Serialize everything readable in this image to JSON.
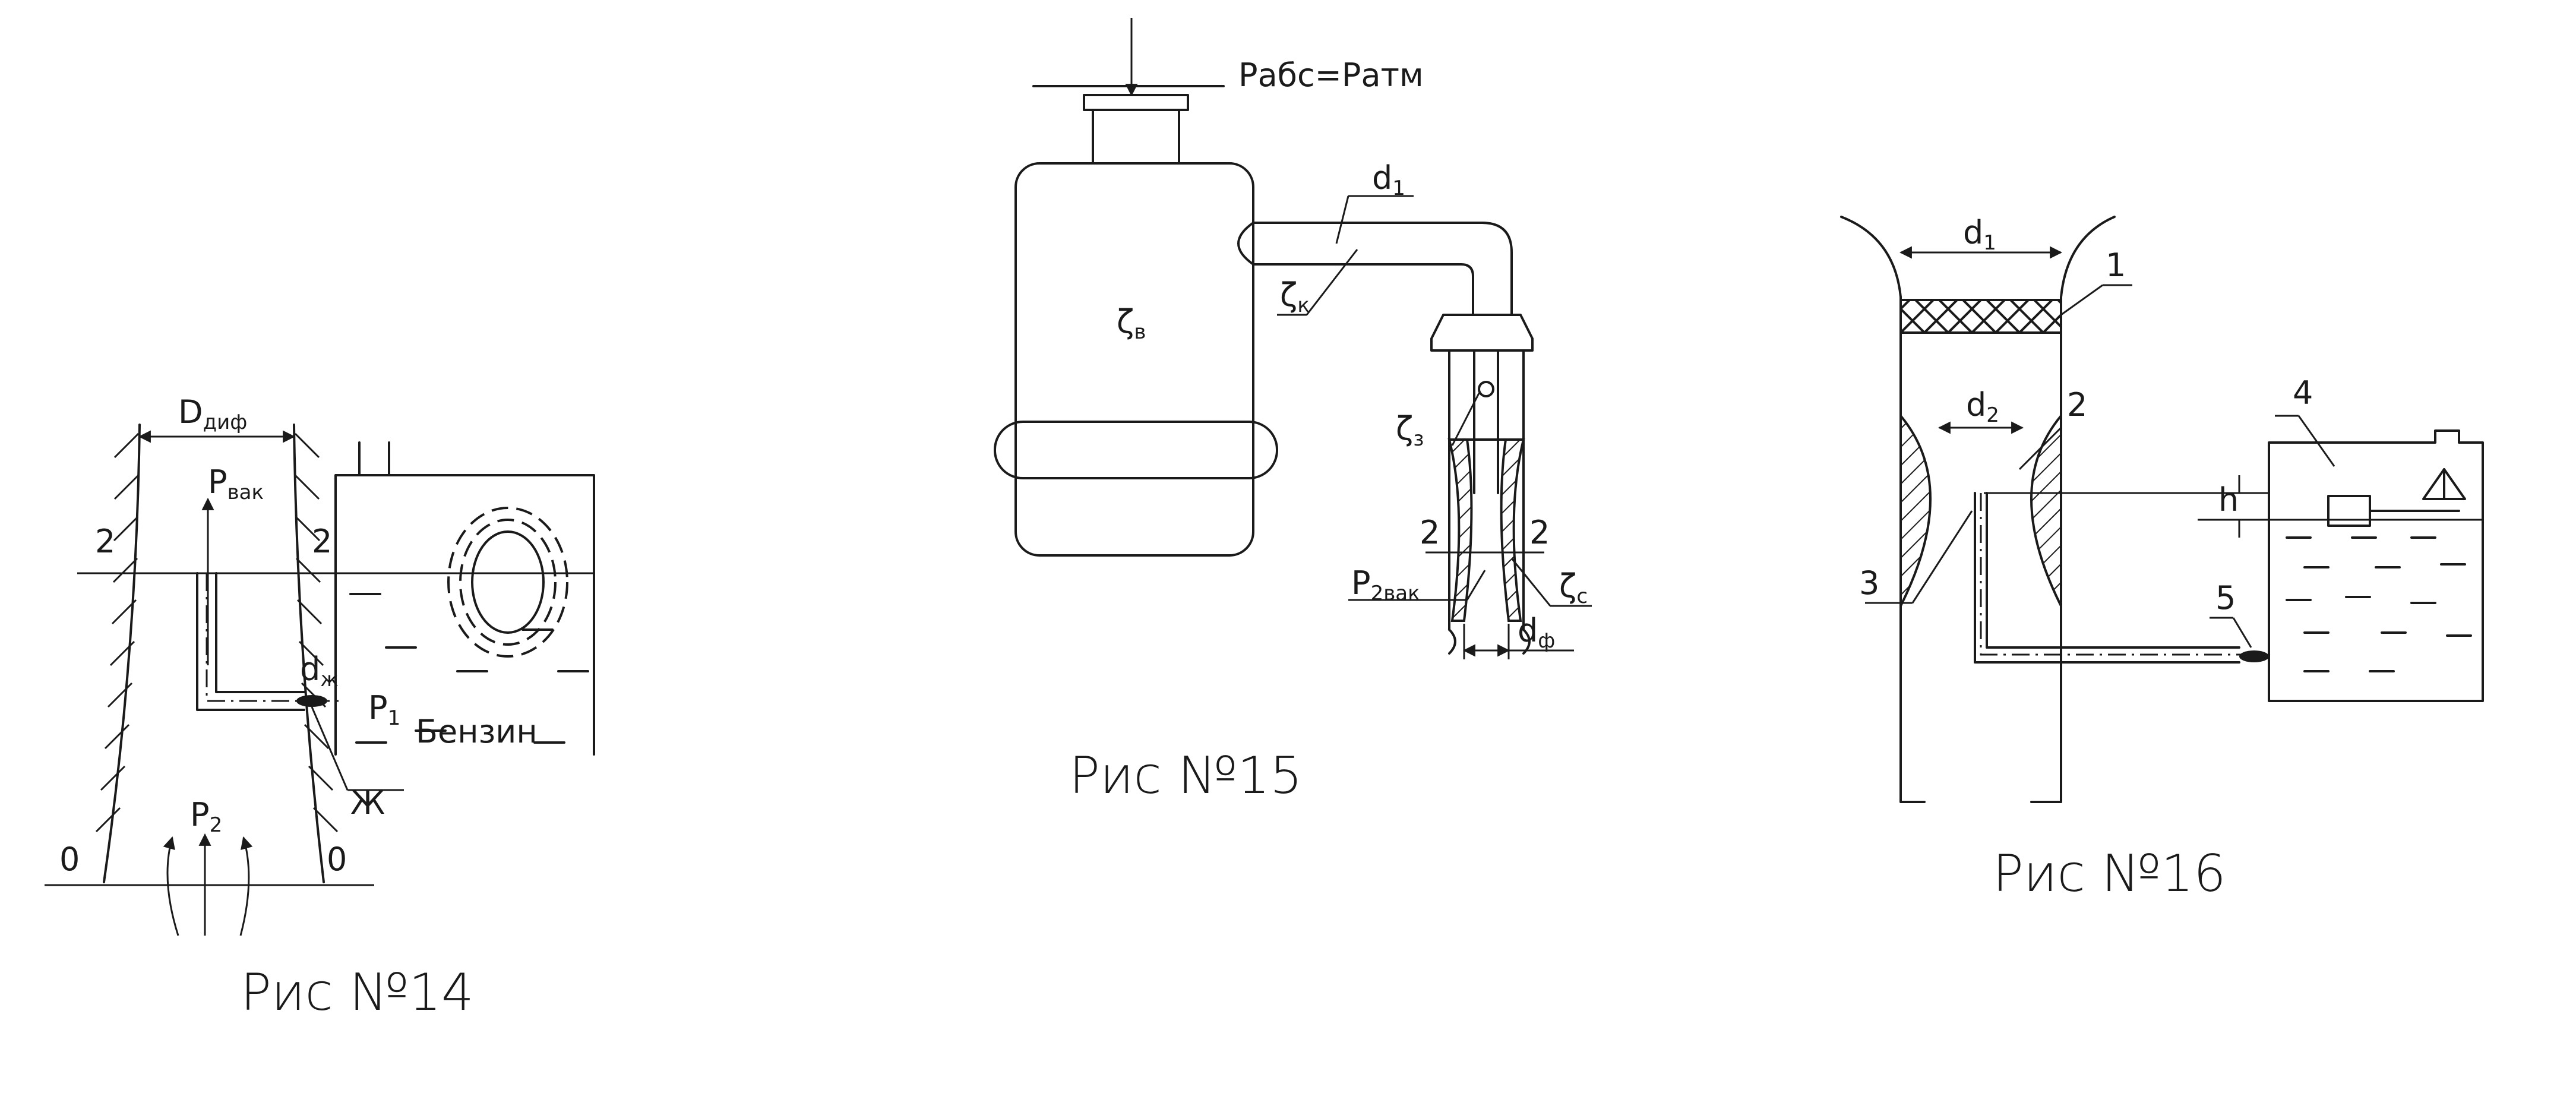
{
  "fig14": {
    "d_dif_main": "D",
    "d_dif_sub": "диф",
    "p_vak_main": "P",
    "p_vak_sub": "вак",
    "label_2_left": "2",
    "label_2_right": "2",
    "d_zh_main": "d",
    "d_zh_sub": "ж",
    "p1_main": "P",
    "p1_sub": "1",
    "benzin": "Бензин",
    "zh": "Ж",
    "p2_main": "P",
    "p2_sub": "2",
    "label_0_left": "0",
    "label_0_right": "0",
    "caption": "Рис №14"
  },
  "fig15": {
    "pressure_label": "Pабс=Pатм",
    "d1_main": "d",
    "d1_sub": "1",
    "zeta_v_main": "ζ",
    "zeta_v_sub": "в",
    "zeta_k_main": "ζ",
    "zeta_k_sub": "к",
    "zeta_z_main": "ζ",
    "zeta_z_sub": "з",
    "label_2_left": "2",
    "label_2_right": "2",
    "p2vak_main": "P",
    "p2vak_sub": "2вак",
    "zeta_c_main": "ζ",
    "zeta_c_sub": "с",
    "d_f_main": "d",
    "d_f_sub": "ф",
    "caption": "Рис №15"
  },
  "fig16": {
    "d1_main": "d",
    "d1_sub": "1",
    "d2_main": "d",
    "d2_sub": "2",
    "n1": "1",
    "n2": "2",
    "n3": "3",
    "n4": "4",
    "n5": "5",
    "h": "h",
    "caption": "Рис №16"
  }
}
